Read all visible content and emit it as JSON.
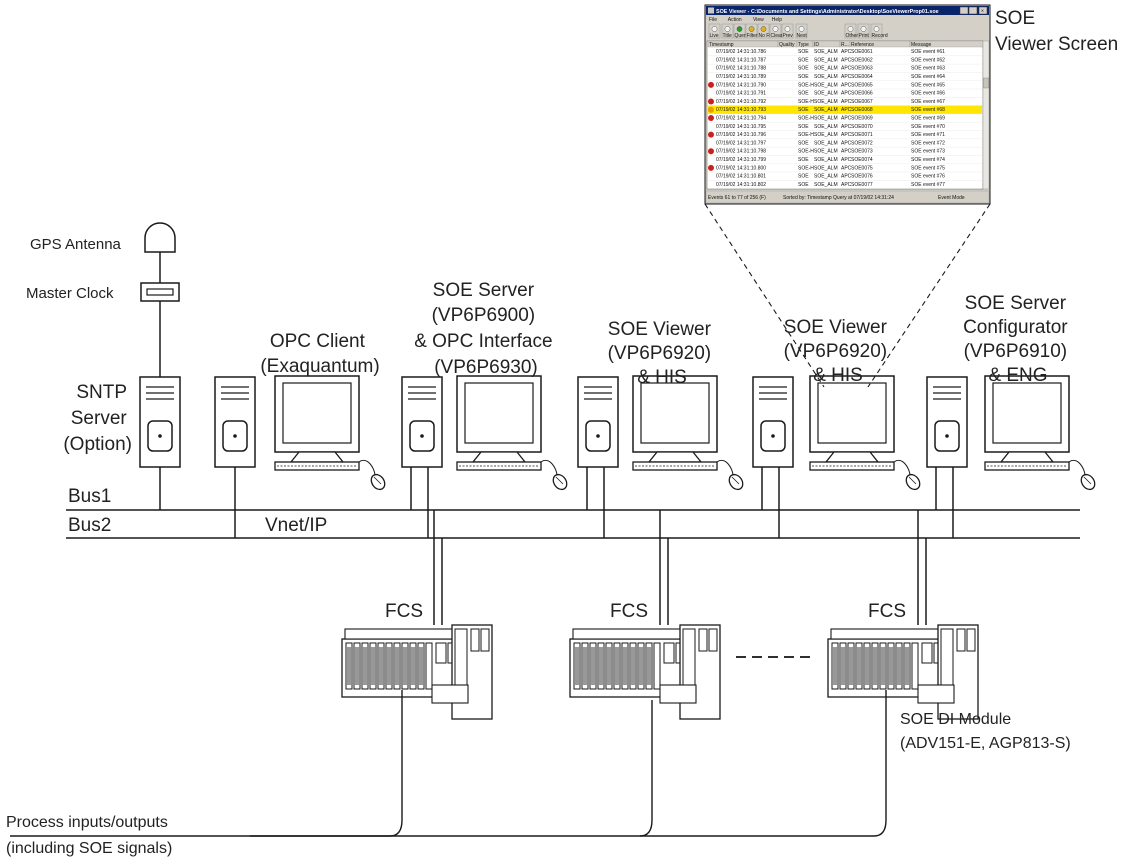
{
  "labels": {
    "gps_antenna": "GPS Antenna",
    "master_clock": "Master Clock",
    "sntp_server": [
      "SNTP",
      "Server",
      "(Option)"
    ],
    "opc_client": [
      "OPC Client",
      "(Exaquantum)"
    ],
    "soe_server": [
      "SOE Server",
      "(VP6P6900)",
      "& OPC Interface",
      "(VP6P6930)"
    ],
    "soe_viewer_1": [
      "SOE Viewer",
      "(VP6P6920)",
      "& HIS"
    ],
    "soe_viewer_2": [
      "SOE Viewer",
      "(VP6P6920)",
      "& HIS"
    ],
    "soe_configurator": [
      "SOE Server",
      "Configurator",
      "(VP6P6910)",
      "& ENG"
    ],
    "viewer_screen": [
      "SOE",
      "Viewer Screen"
    ],
    "bus1": "Bus1",
    "bus2": "Bus2",
    "vnet": "Vnet/IP",
    "fcs": [
      "FCS",
      "FCS",
      "FCS"
    ],
    "soe_di_module": [
      "SOE DI Module",
      "(ADV151-E, AGP813-S)"
    ],
    "process_io": [
      "Process inputs/outputs",
      "(including SOE signals)"
    ]
  },
  "viewer_window": {
    "title": "SOE Viewer - C:\\Documents and Settings\\Administrator\\Desktop\\SoeViewerProp01.soe",
    "menu": [
      "File",
      "Action",
      "View",
      "Help"
    ],
    "toolbar": [
      "Live",
      "Title",
      "Query",
      "Filter",
      "No Filt",
      "Clear",
      "Prev",
      "Next",
      "Other",
      "Print",
      "Record"
    ],
    "columns": [
      "Timestamp",
      "Quality",
      "Type",
      "ID",
      "R...",
      "Reference",
      "Message"
    ],
    "rows": [
      {
        "ts": "07/19/02 14:31:10.786",
        "quality": "",
        "type": "SOE",
        "id": "SOE_ALM",
        "r": "APC",
        "ref": "SOE0061",
        "msg": "SOE event #61",
        "state": "normal"
      },
      {
        "ts": "07/19/02 14:31:10.787",
        "quality": "",
        "type": "SOE",
        "id": "SOE_ALM",
        "r": "APC",
        "ref": "SOE0062",
        "msg": "SOE event #62",
        "state": "normal"
      },
      {
        "ts": "07/19/02 14:31:10.788",
        "quality": "",
        "type": "SOE",
        "id": "SOE_ALM",
        "r": "APC",
        "ref": "SOE0063",
        "msg": "SOE event #63",
        "state": "normal"
      },
      {
        "ts": "07/19/02 14:31:10.789",
        "quality": "",
        "type": "SOE",
        "id": "SOE_ALM",
        "r": "APC",
        "ref": "SOE0064",
        "msg": "SOE event #64",
        "state": "normal"
      },
      {
        "ts": "07/19/02 14:31:10.790",
        "quality": "",
        "type": "SOE-H",
        "id": "SOE_ALM",
        "r": "APC",
        "ref": "SOE0065",
        "msg": "SOE event #65",
        "state": "alarm"
      },
      {
        "ts": "07/19/02 14:31:10.791",
        "quality": "",
        "type": "SOE",
        "id": "SOE_ALM",
        "r": "APC",
        "ref": "SOE0066",
        "msg": "SOE event #66",
        "state": "normal"
      },
      {
        "ts": "07/19/02 14:31:10.792",
        "quality": "",
        "type": "SOE-H",
        "id": "SOE_ALM",
        "r": "APC",
        "ref": "SOE0067",
        "msg": "SOE event #67",
        "state": "alarm"
      },
      {
        "ts": "07/19/02 14:31:10.793",
        "quality": "",
        "type": "SOE",
        "id": "SOE_ALM",
        "r": "APC",
        "ref": "SOE0068",
        "msg": "SOE event #68",
        "state": "selected"
      },
      {
        "ts": "07/19/02 14:31:10.794",
        "quality": "",
        "type": "SOE-H",
        "id": "SOE_ALM",
        "r": "APC",
        "ref": "SOE0069",
        "msg": "SOE event #69",
        "state": "alarm"
      },
      {
        "ts": "07/19/02 14:31:10.795",
        "quality": "",
        "type": "SOE",
        "id": "SOE_ALM",
        "r": "APC",
        "ref": "SOE0070",
        "msg": "SOE event #70",
        "state": "normal"
      },
      {
        "ts": "07/19/02 14:31:10.796",
        "quality": "",
        "type": "SOE-H",
        "id": "SOE_ALM",
        "r": "APC",
        "ref": "SOE0071",
        "msg": "SOE event #71",
        "state": "alarm"
      },
      {
        "ts": "07/19/02 14:31:10.797",
        "quality": "",
        "type": "SOE",
        "id": "SOE_ALM",
        "r": "APC",
        "ref": "SOE0072",
        "msg": "SOE event #72",
        "state": "normal"
      },
      {
        "ts": "07/19/02 14:31:10.798",
        "quality": "",
        "type": "SOE-H",
        "id": "SOE_ALM",
        "r": "APC",
        "ref": "SOE0073",
        "msg": "SOE event #73",
        "state": "alarm"
      },
      {
        "ts": "07/19/02 14:31:10.799",
        "quality": "",
        "type": "SOE",
        "id": "SOE_ALM",
        "r": "APC",
        "ref": "SOE0074",
        "msg": "SOE event #74",
        "state": "normal"
      },
      {
        "ts": "07/19/02 14:31:10.800",
        "quality": "",
        "type": "SOE-H",
        "id": "SOE_ALM",
        "r": "APC",
        "ref": "SOE0075",
        "msg": "SOE event #75",
        "state": "alarm"
      },
      {
        "ts": "07/19/02 14:31:10.801",
        "quality": "",
        "type": "SOE",
        "id": "SOE_ALM",
        "r": "APC",
        "ref": "SOE0076",
        "msg": "SOE event #76",
        "state": "normal"
      },
      {
        "ts": "07/19/02 14:31:10.802",
        "quality": "",
        "type": "SOE",
        "id": "SOE_ALM",
        "r": "APC",
        "ref": "SOE0077",
        "msg": "SOE event #77",
        "state": "normal"
      }
    ],
    "status": [
      "Events 61 to 77 of 256 (F)",
      "Sorted by: Timestamp  Query at 07/19/02 14:31:24",
      "Event Mode"
    ]
  },
  "colors": {
    "line": "#1a1a1a",
    "title_bar": "#0a246a",
    "selected_row": "#ffe600",
    "alarm_text": "#cc2020",
    "alarm_icon": "#cc2020"
  }
}
